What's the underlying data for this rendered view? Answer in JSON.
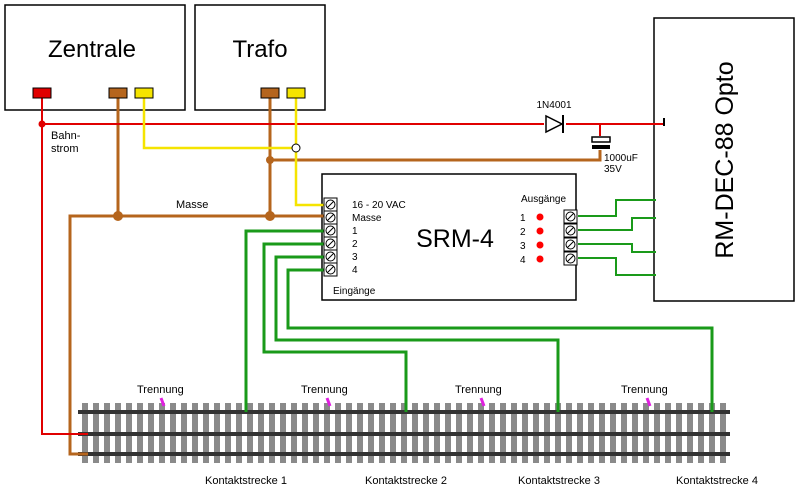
{
  "boxes": {
    "zentrale": "Zentrale",
    "trafo": "Trafo",
    "srm4": "SRM-4",
    "rm_dec": "RM-DEC-88 Opto"
  },
  "labels": {
    "bahnstrom_1": "Bahn-",
    "bahnstrom_2": "strom",
    "masse_wire": "Masse",
    "diode": "1N4001",
    "cap_1": "1000uF",
    "cap_2": "35V"
  },
  "srm_terminals": {
    "vac": "16 - 20 VAC",
    "masse": "Masse",
    "in1": "1",
    "in2": "2",
    "in3": "3",
    "in4": "4",
    "eingaenge": "Eingänge",
    "ausgaenge": "Ausgänge",
    "out1": "1",
    "out2": "2",
    "out3": "3",
    "out4": "4"
  },
  "track": {
    "trennung": [
      "Trennung",
      "Trennung",
      "Trennung",
      "Trennung"
    ],
    "sections": [
      "Kontaktstrecke 1",
      "Kontaktstrecke 2",
      "Kontaktstrecke 3",
      "Kontaktstrecke 4"
    ]
  },
  "colors": {
    "red": "#e00000",
    "brown": "#b5651d",
    "yellow": "#f5e400",
    "green": "#1a9a1a",
    "led": "#ff0000",
    "trennung": "#e020e0"
  }
}
